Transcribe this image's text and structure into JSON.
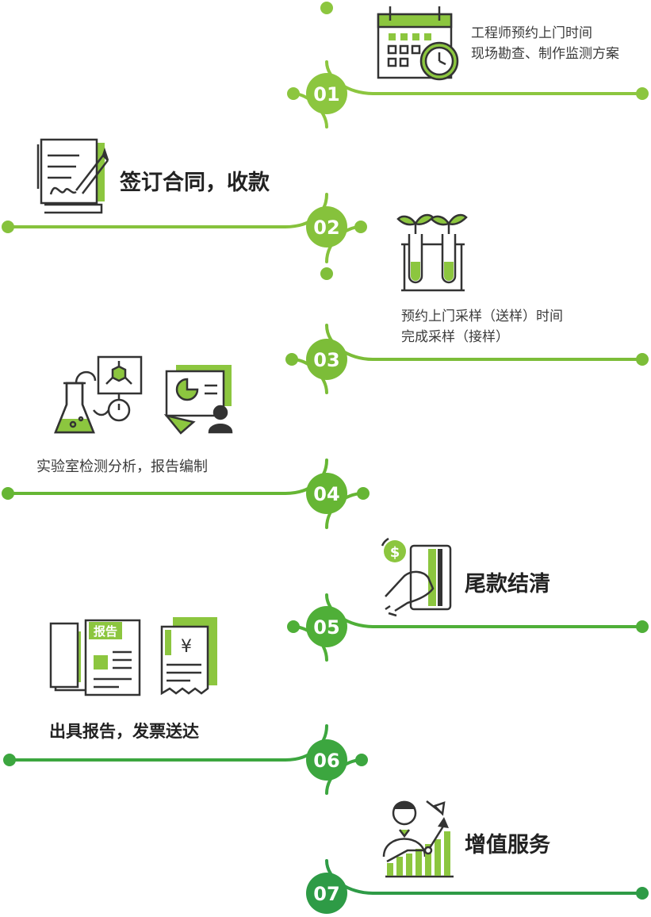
{
  "colors": {
    "light_green": "#8cc63f",
    "mid_green": "#5cb531",
    "dark_green": "#2e9b46",
    "icon_dark": "#333333"
  },
  "steps": [
    {
      "number": "01",
      "lines": [
        "工程师预约上门时间",
        "现场勘查、制作监测方案"
      ],
      "icon": "calendar-clock-icon"
    },
    {
      "number": "02",
      "lines": [
        "签订合同，收款"
      ],
      "icon": "contract-sign-icon"
    },
    {
      "number": "03",
      "lines": [
        "预约上门采样（送样）时间",
        "完成采样（接样）"
      ],
      "icon": "test-tubes-sprout-icon"
    },
    {
      "number": "04",
      "lines": [
        "实验室检测分析，报告编制"
      ],
      "icon": "lab-analysis-icon"
    },
    {
      "number": "05",
      "lines": [
        "尾款结清"
      ],
      "icon": "card-payment-icon"
    },
    {
      "number": "06",
      "lines": [
        "出具报告，发票送达"
      ],
      "icon": "report-invoice-icon",
      "badge": "报告",
      "currency": "¥"
    },
    {
      "number": "07",
      "lines": [
        "增值服务"
      ],
      "icon": "growth-service-icon"
    }
  ]
}
